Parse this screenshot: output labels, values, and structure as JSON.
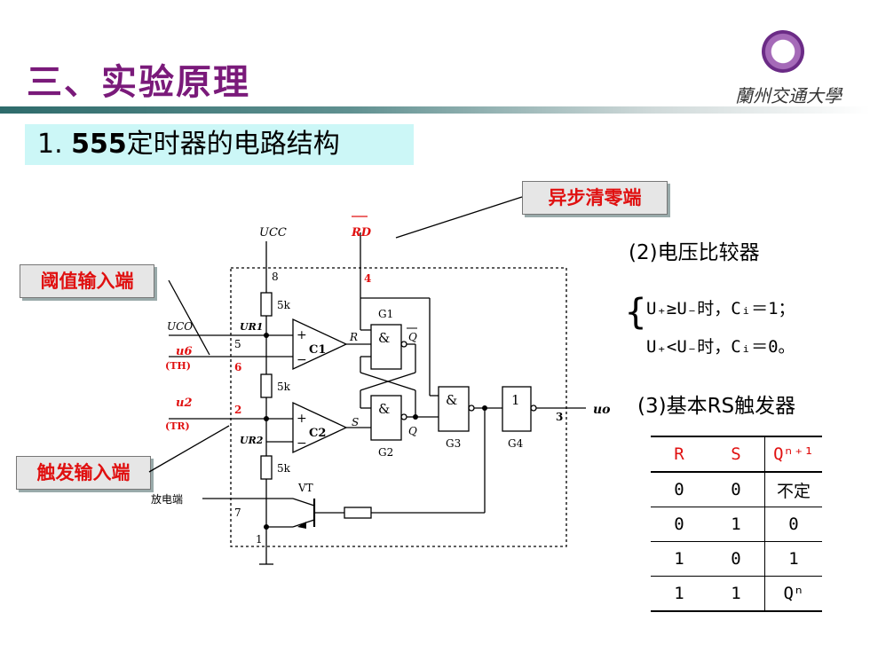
{
  "header": {
    "title": "三、实验原理",
    "logo_text": "蘭州交通大學"
  },
  "section": {
    "heading_num": "1.",
    "heading_bold": "555",
    "heading_rest": "定时器的电路结构"
  },
  "callouts": {
    "threshold": "阈值输入端",
    "trigger": "触发输入端",
    "reset": "异步清零端"
  },
  "comparator": {
    "title": "(2)电压比较器",
    "line1": "U₊≥U₋时，Cᵢ＝1；",
    "line2": "U₊<U₋时，Cᵢ＝0。"
  },
  "flipflop": {
    "title": "(3)基本RS触发器",
    "headers": [
      "R",
      "S",
      "Qⁿ⁺¹"
    ],
    "rows": [
      [
        "0",
        "0",
        "不定"
      ],
      [
        "0",
        "1",
        "0"
      ],
      [
        "1",
        "0",
        "1"
      ],
      [
        "1",
        "1",
        "Qⁿ"
      ]
    ]
  },
  "circuit": {
    "ucc": "UCC",
    "rd": "RD",
    "uco": "UCO",
    "u6": "u6",
    "th": "(TH)",
    "u2": "u2",
    "tr": "(TR)",
    "ur1": "UR1",
    "ur2": "UR2",
    "res1": "5k",
    "res2": "5k",
    "res3": "5k",
    "c1": "C1",
    "c2": "C2",
    "g1": "G1",
    "g2": "G2",
    "g3": "G3",
    "g4": "G4",
    "vt": "VT",
    "discharge": "放电端",
    "out": "uo",
    "pins": [
      "8",
      "4",
      "5",
      "6",
      "2",
      "7",
      "1",
      "3"
    ],
    "r_label": "R",
    "s_label": "S",
    "q_label": "Q",
    "qbar_label": "Q",
    "and_sym": "&",
    "not_sym": "1",
    "plus": "+",
    "minus": "−"
  },
  "colors": {
    "title": "#7a1a7a",
    "accent_red": "#e01010",
    "subtitle_bg": "#ccf7f7",
    "callout_bg": "#e6e6e6"
  }
}
